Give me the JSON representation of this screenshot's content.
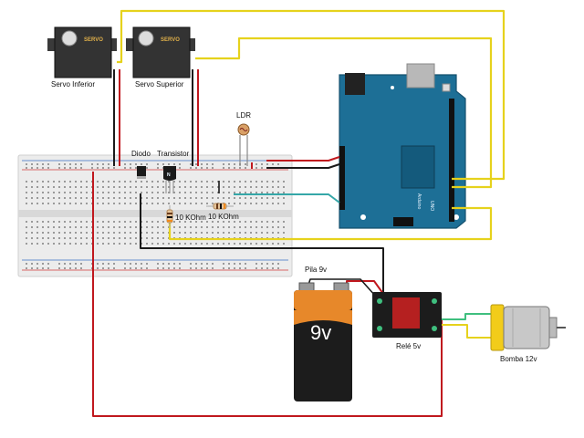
{
  "labels": {
    "servo_inferior": "Servo Inferior",
    "servo_superior": "Servo Superior",
    "servo_brand": "SERVO",
    "ldr": "LDR",
    "diodo": "Diodo",
    "transistor": "Transistor",
    "resistor_1": "10 KOhm",
    "resistor_2": "10 KOhm",
    "battery": "Pila 9v",
    "battery_face": "9v",
    "relay": "Relé 5v",
    "pump": "Bomba 12v",
    "arduino_brand": "Arduino",
    "arduino_model": "UNO"
  },
  "colors": {
    "wire_red": "#c0181e",
    "wire_black": "#1a1a1a",
    "wire_yellow": "#e6d21c",
    "wire_green": "#3fbf7f",
    "wire_teal": "#35a7a8",
    "arduino_blue": "#1d6f96",
    "breadboard": "#ececec",
    "battery_orange": "#e7882a",
    "relay_red": "#b52020",
    "pump_yellow": "#f2cc1a"
  },
  "icons": [
    "servo-icon",
    "ldr-icon",
    "diode-icon",
    "transistor-icon",
    "resistor-icon",
    "battery-icon",
    "relay-icon",
    "motor-icon",
    "arduino-board-icon"
  ]
}
